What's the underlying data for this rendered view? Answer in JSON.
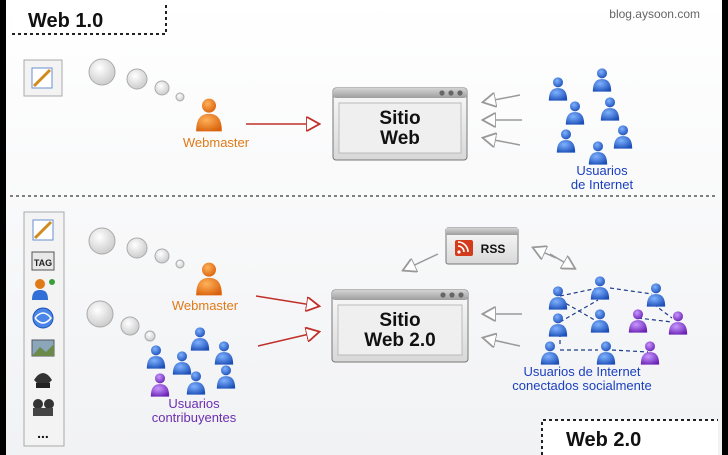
{
  "source_label": "blog.aysoon.com",
  "web1": {
    "title": "Web 1.0",
    "site": {
      "line1": "Sitio",
      "line2": "Web"
    },
    "webmaster": "Webmaster",
    "users": {
      "line1": "Usuarios",
      "line2": "de Internet"
    }
  },
  "web2": {
    "title": "Web 2.0",
    "site": {
      "line1": "Sitio",
      "line2": "Web 2.0"
    },
    "webmaster": "Webmaster",
    "rss": "RSS",
    "contributors": {
      "line1": "Usuarios",
      "line2": "contribuyentes"
    },
    "social_users": {
      "line1": "Usuarios de Internet",
      "line2": "conectados socialmente"
    },
    "toolbar_items": [
      {
        "icon": "edit-icon"
      },
      {
        "icon": "tag-icon",
        "label": "TAG"
      },
      {
        "icon": "users-share-icon"
      },
      {
        "icon": "browser-icon"
      },
      {
        "icon": "photo-icon"
      },
      {
        "icon": "phone-icon"
      },
      {
        "icon": "video-icon"
      },
      {
        "icon": "more-icon",
        "label": "..."
      }
    ]
  },
  "colors": {
    "webmaster": "#e07a18",
    "users_text": "#1a3fbf",
    "contributors_text": "#6b2fb0",
    "arrow": "#c0302a",
    "user_blue": "#2f6fd6",
    "user_purple": "#8a3fd1"
  }
}
